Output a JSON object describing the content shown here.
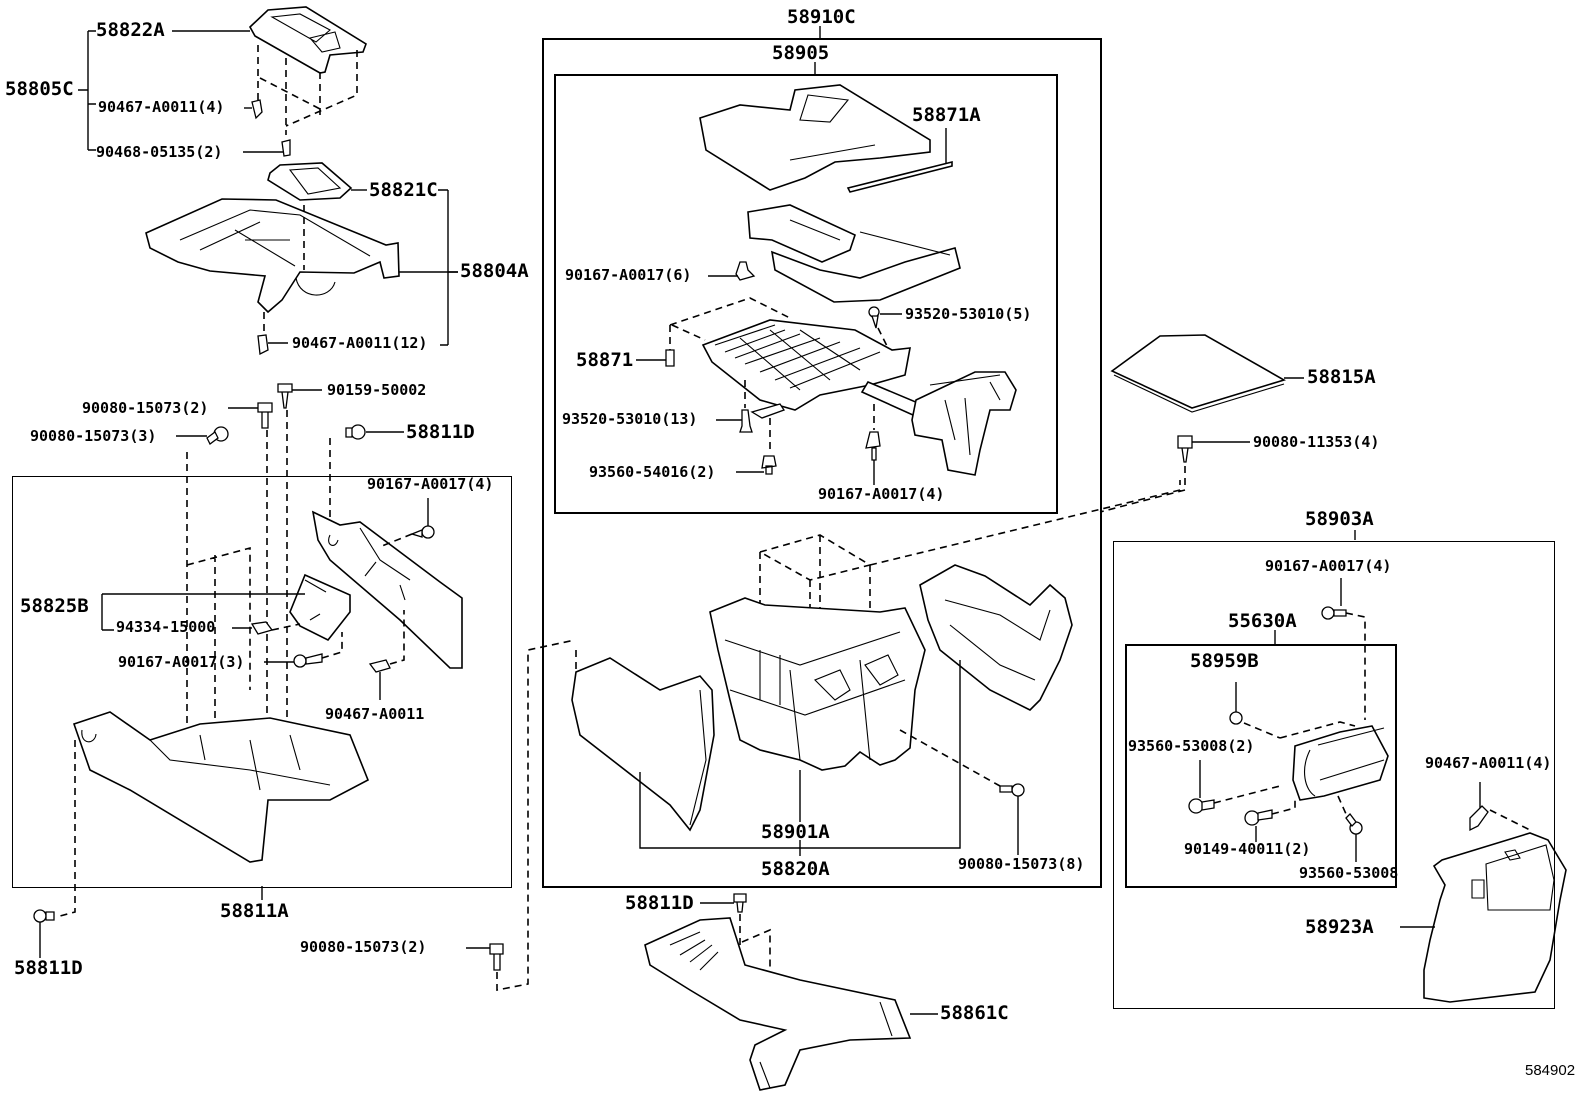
{
  "diagram": {
    "title": "Console box parts diagram",
    "reference_code": "584902",
    "groups": {
      "g_58805C": "58805C",
      "g_58910C": "58910C",
      "g_58905": "58905",
      "g_58811A": "58811A",
      "g_58820A": "58820A",
      "g_58903A": "58903A",
      "g_55630A": "55630A"
    },
    "labels": {
      "p58822A": "58822A",
      "p58805C": "58805C",
      "p90467_A0011_4a": "90467-A0011(4)",
      "p90468_05135_2": "90468-05135(2)",
      "p58821C": "58821C",
      "p58804A": "58804A",
      "p90467_A0011_12": "90467-A0011(12)",
      "p90159_50002": "90159-50002",
      "p90080_15073_2a": "90080-15073(2)",
      "p90080_15073_3": "90080-15073(3)",
      "p58811D_a": "58811D",
      "p90167_A0017_4a": "90167-A0017(4)",
      "p58825B": "58825B",
      "p94334_15000": "94334-15000",
      "p90167_A0017_3": "90167-A0017(3)",
      "p90467_A0011": "90467-A0011",
      "p58811A": "58811A",
      "p58811D_b": "58811D",
      "p90080_15073_2b": "90080-15073(2)",
      "p58910C": "58910C",
      "p58905": "58905",
      "p58871A": "58871A",
      "p90167_A0017_6": "90167-A0017(6)",
      "p93520_53010_5": "93520-53010(5)",
      "p58871": "58871",
      "p93520_53010_13": "93520-53010(13)",
      "p93560_54016_2": "93560-54016(2)",
      "p90167_A0017_4b": "90167-A0017(4)",
      "p58901A": "58901A",
      "p58820A": "58820A",
      "p90080_15073_8": "90080-15073(8)",
      "p58811D_c": "58811D",
      "p58861C": "58861C",
      "p58815A": "58815A",
      "p90080_11353_4": "90080-11353(4)",
      "p58903A": "58903A",
      "p90167_A0017_4c": "90167-A0017(4)",
      "p55630A": "55630A",
      "p58959B": "58959B",
      "p93560_53008_2": "93560-53008(2)",
      "p90149_40011_2": "90149-40011(2)",
      "p93560_53008": "93560-53008",
      "p90467_A0011_4b": "90467-A0011(4)",
      "p58923A": "58923A"
    }
  }
}
